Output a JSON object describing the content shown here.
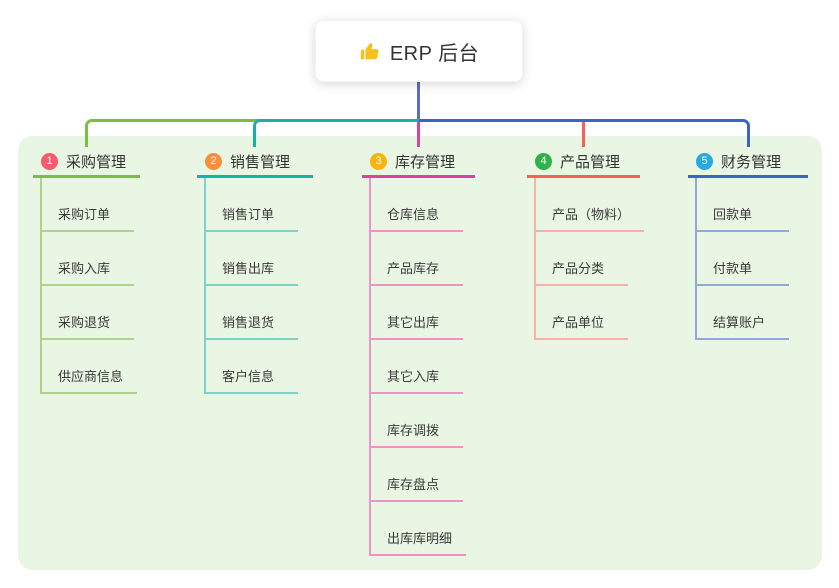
{
  "root": {
    "label": "ERP 后台",
    "icon": "thumbs-up-icon"
  },
  "panel_background": "#e9f6e3",
  "root_line_color": "#5c6bc7",
  "branches": [
    {
      "badge": "1",
      "label": "采购管理",
      "badge_color": "#f85a70",
      "line_color": "#7ebd41",
      "sub_line_color": "#aed489",
      "children": [
        "采购订单",
        "采购入库",
        "采购退货",
        "供应商信息"
      ]
    },
    {
      "badge": "2",
      "label": "销售管理",
      "badge_color": "#fb8e3e",
      "line_color": "#16b3a5",
      "sub_line_color": "#7ed3c8",
      "children": [
        "销售订单",
        "销售出库",
        "销售退货",
        "客户信息"
      ]
    },
    {
      "badge": "3",
      "label": "库存管理",
      "badge_color": "#f9b30b",
      "line_color": "#d8459e",
      "sub_line_color": "#ee93c6",
      "children": [
        "仓库信息",
        "产品库存",
        "其它出库",
        "其它入库",
        "库存调拨",
        "库存盘点",
        "出库库明细"
      ]
    },
    {
      "badge": "4",
      "label": "产品管理",
      "badge_color": "#2eb34b",
      "line_color": "#f4605a",
      "sub_line_color": "#f9b1a9",
      "children": [
        "产品（物料）",
        "产品分类",
        "产品单位"
      ]
    },
    {
      "badge": "5",
      "label": "财务管理",
      "badge_color": "#27aae1",
      "line_color": "#3a64c8",
      "sub_line_color": "#93a9dc",
      "children": [
        "回款单",
        "付款单",
        "结算账户"
      ]
    }
  ]
}
